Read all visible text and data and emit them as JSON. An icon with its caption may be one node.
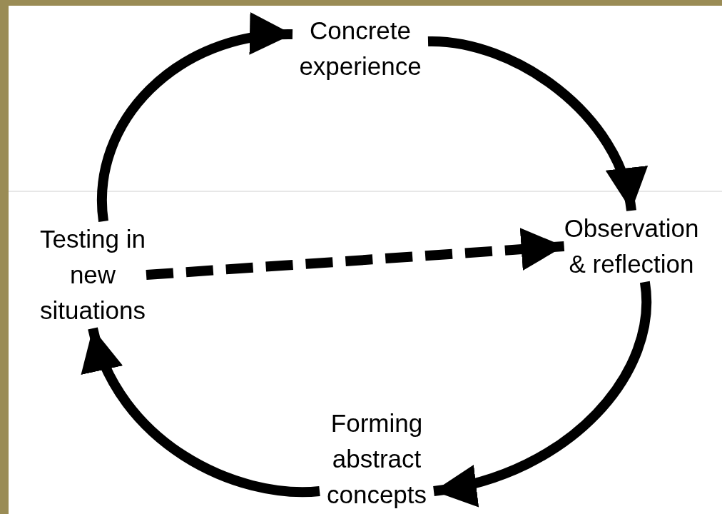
{
  "diagram": {
    "nodes": [
      {
        "text": [
          "Concrete experience"
        ]
      },
      {
        "text": [
          "Observation & reflection"
        ]
      },
      {
        "text": [
          "Forming abstract concepts"
        ]
      },
      {
        "text": [
          "Testing in new situations"
        ]
      }
    ],
    "edges": [
      {
        "from": 0,
        "to": 1,
        "arrow": "to"
      },
      {
        "from": 1,
        "to": 2,
        "arrow": "to"
      },
      {
        "from": 2,
        "to": 3,
        "arrow": "to"
      },
      {
        "from": 3,
        "to": 0,
        "arrow": "to"
      },
      {
        "from": 3,
        "to": 1,
        "arrow": "to",
        "style": "dashed"
      }
    ]
  }
}
